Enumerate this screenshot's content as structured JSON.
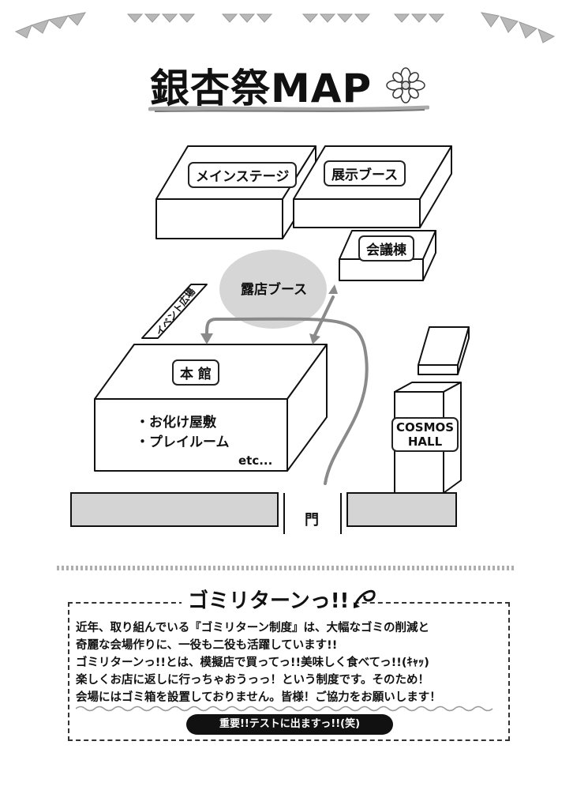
{
  "title": "銀杏祭MAP",
  "map": {
    "main_stage": "メインステージ",
    "exhibit_booth": "展示ブース",
    "conference_building": "会議棟",
    "food_stall_booth": "露店ブース",
    "event_plaza": "イベント広場",
    "main_building": "本 館",
    "main_building_items": [
      "・お化け屋敷",
      "・プレイルーム"
    ],
    "main_building_etc": "etc...",
    "cosmos_hall_line1": "COSMOS",
    "cosmos_hall_line2": "HALL",
    "gate": "門"
  },
  "info": {
    "heading": "ゴミリターンっ!!",
    "lines": [
      "近年、取り組んでいる『ゴミリターン制度』は、大幅なゴミの削減と",
      "奇麗な会場作りに、一役も二役も活躍しています!!",
      "ゴミリターンっ!!とは、模擬店で買ってっ!!美味しく食べてっ!!(ｷｬｯ)",
      "楽しくお店に返しに行っちゃおうっっ！という制度です。そのため！",
      "会場にはゴミ箱を設置しておりません。皆様！ご協力をお願いします！"
    ],
    "notice": "重要!!テストに出ますっ!!(笑)"
  },
  "colors": {
    "building_gray": "#d4d4d4",
    "ink": "#111111",
    "arrow": "#8a8a8a"
  }
}
